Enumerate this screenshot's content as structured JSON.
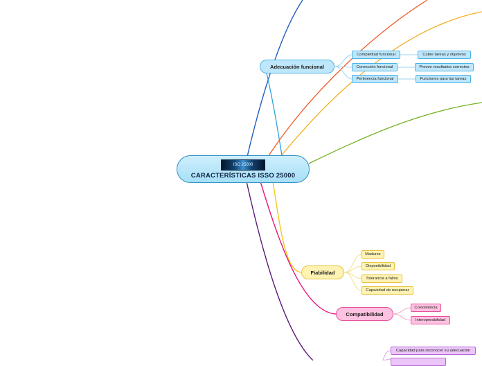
{
  "root": {
    "title": "CARACTERÍSTICAS ISSO 25000",
    "image_caption": "ISO 25000"
  },
  "branches": {
    "adecuacion": {
      "label": "Adecuación funcional",
      "children": [
        {
          "label": "Completitud funcional",
          "detail": "Cubre tareas y objetivos"
        },
        {
          "label": "Corrección funcional",
          "detail": "Provee resultados correctos"
        },
        {
          "label": "Pertinencia funcional",
          "detail": "Funciones para las tareas"
        }
      ]
    },
    "fiabilidad": {
      "label": "Fiabilidad",
      "children": [
        "Madurez",
        "Disponibilidad",
        "Tolerancia a fallos",
        "Capacidad de recuperar"
      ]
    },
    "compatibilidad": {
      "label": "Compatibilidad",
      "children": [
        "Coexistencia",
        "Interoperabilidad"
      ]
    },
    "usabilidad_partial": {
      "children": [
        "Capacidad para reconocer su adecuación"
      ]
    }
  },
  "colors": {
    "blue_branch": "#1f5fbf",
    "orange_branch": "#ee5a2a",
    "gold_branch": "#f2ad1c",
    "green_branch": "#76b124",
    "pink_branch": "#e6137a",
    "purple_branch": "#5a1a7a",
    "light_blue_link": "#2aa3db"
  }
}
